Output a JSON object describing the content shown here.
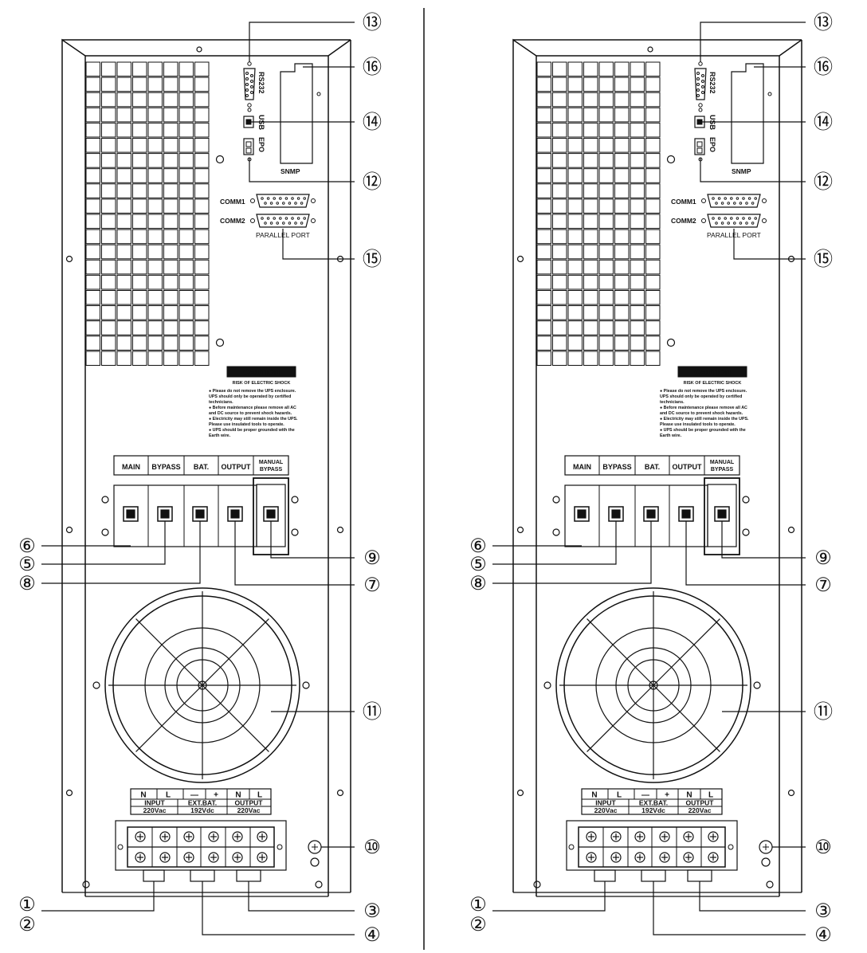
{
  "panel": {
    "port_rs232": "RS232",
    "port_usb": "USB",
    "port_epo": "EPO",
    "port_snmp": "SNMP",
    "port_comm1": "COMM1",
    "port_comm2": "COMM2",
    "port_parallel": "PARALLEL PORT",
    "caution_title": "CAUTION",
    "caution_subtitle": "RISK OF ELECTRIC SHOCK",
    "caution_lines": [
      "● Please do not remove the UPS enclosure.",
      "  UPS should only be operated by certified",
      "  technicians.",
      "● Before maintenance please remove all AC",
      "  and DC source to prevent shock hazards.",
      "● Electricity may still remain inside the UPS.",
      "  Please use insulated tools to operate.",
      "● UPS should be proper grounded with the",
      "  Earth wire."
    ],
    "breakers": [
      "MAIN",
      "BYPASS",
      "BAT.",
      "OUTPUT"
    ],
    "manual_bypass_line1": "MANUAL",
    "manual_bypass_line2": "BYPASS",
    "terminal_letters": [
      "N",
      "L",
      "—",
      "+",
      "N",
      "L"
    ],
    "terminal_groups": [
      "INPUT",
      "EXT.BAT.",
      "OUTPUT"
    ],
    "terminal_ratings": [
      "220Vac",
      "192Vdc",
      "220Vac"
    ]
  },
  "callouts": {
    "c1": "①",
    "c2": "②",
    "c3": "③",
    "c4": "④",
    "c5": "⑤",
    "c6": "⑥",
    "c7": "⑦",
    "c8": "⑧",
    "c9": "⑨",
    "c10": "⑩",
    "c11": "⑪",
    "c12": "⑫",
    "c13": "⑬",
    "c14": "⑭",
    "c15": "⑮",
    "c16": "⑯"
  },
  "colors": {
    "line": "#111111",
    "caution_bg": "#111111",
    "caution_text": "#ffffff",
    "background": "#ffffff"
  }
}
